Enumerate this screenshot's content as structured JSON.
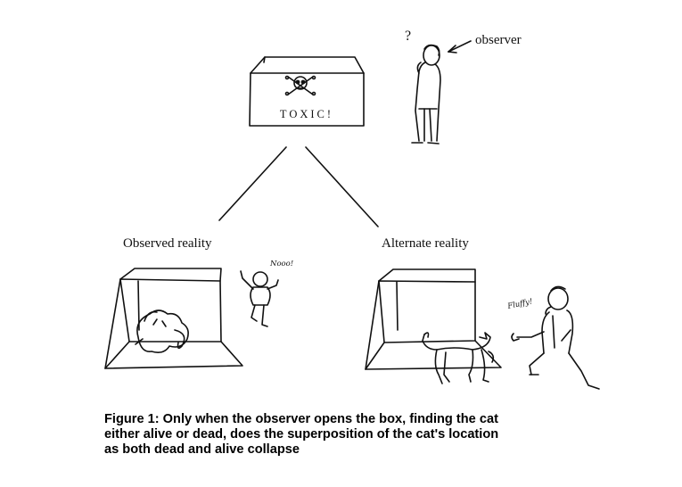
{
  "figure": {
    "toxic_box_label": "TOXIC!",
    "question_mark": "?",
    "observer_label": "observer",
    "observed_reality_label": "Observed reality",
    "alternate_reality_label": "Alternate reality",
    "speech_nooo": "Nooo!",
    "speech_fluffy": "Fluffy!",
    "caption_lines": [
      "Figure 1: Only when the observer opens the box, finding the cat",
      "either alive or dead, does the superposition of the cat's location",
      "as both dead and alive collapse"
    ]
  }
}
